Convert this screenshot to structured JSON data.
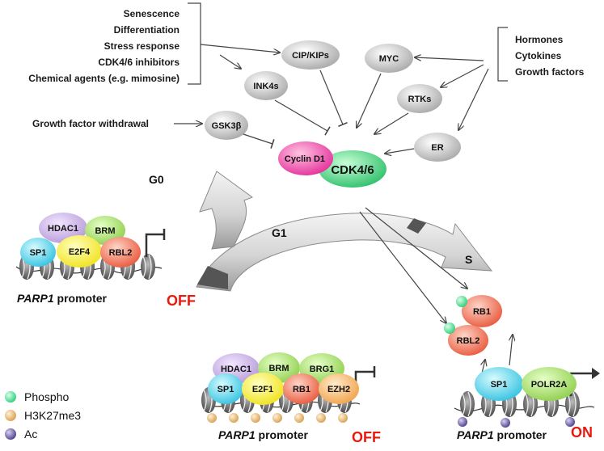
{
  "inducers_left": [
    "Senescence",
    "Differentiation",
    "Stress response",
    "CDK4/6 inhibitors",
    "Chemical agents (e.g. mimosine)"
  ],
  "inducers_right": [
    "Hormones",
    "Cytokines",
    "Growth factors"
  ],
  "growth_factor_withdrawal": "Growth factor withdrawal",
  "nodes": {
    "cip_kips": "CIP/KIPs",
    "ink4s": "INK4s",
    "myc": "MYC",
    "rtks": "RTKs",
    "gsk3b": "GSK3β",
    "er": "ER",
    "cyclin_d1": "Cyclin D1",
    "cdk46": "CDK4/6"
  },
  "phases": {
    "g0": "G0",
    "g1": "G1",
    "s": "S"
  },
  "complex_g0": {
    "proteins": [
      "HDAC1",
      "BRM",
      "SP1",
      "E2F4",
      "RBL2"
    ],
    "promoter_gene": "PARP1",
    "promoter_word": "promoter",
    "state": "OFF"
  },
  "complex_g1": {
    "proteins": [
      "HDAC1",
      "BRM",
      "BRG1",
      "SP1",
      "E2F1",
      "RB1",
      "EZH2"
    ],
    "promoter_gene": "PARP1",
    "promoter_word": "promoter",
    "state": "OFF"
  },
  "complex_s": {
    "proteins": [
      "SP1",
      "POLR2A"
    ],
    "released": [
      "RB1",
      "RBL2"
    ],
    "promoter_gene": "PARP1",
    "promoter_word": "promoter",
    "state": "ON"
  },
  "legend": [
    {
      "label": "Phospho",
      "color": "#3fd98a"
    },
    {
      "label": "H3K27me3",
      "color": "#e9b266"
    },
    {
      "label": "Ac",
      "color": "#6b5aa6"
    }
  ],
  "colors": {
    "off_on": "#e8190e",
    "cdk": "#33cc77",
    "cyclin": "#e8409c"
  }
}
